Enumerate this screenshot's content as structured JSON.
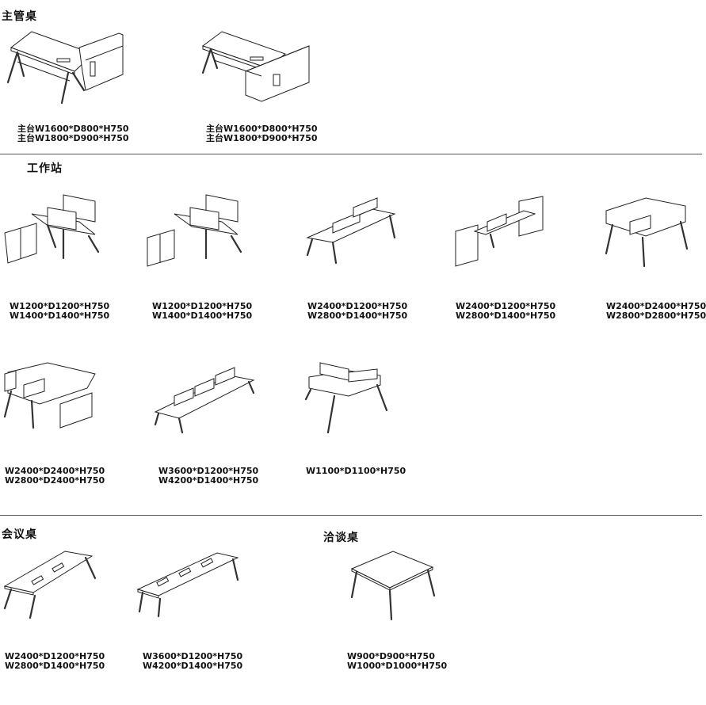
{
  "sections": {
    "executive": {
      "title": "主管桌"
    },
    "workstation": {
      "title": "工作站"
    },
    "conference": {
      "title": "会议桌"
    },
    "negotiation": {
      "title": "洽谈桌"
    }
  },
  "executive_items": [
    {
      "lines": [
        "主台W1600*D800*H750",
        "主台W1800*D900*H750"
      ]
    },
    {
      "lines": [
        "主台W1600*D800*H750",
        "主台W1800*D900*H750"
      ]
    }
  ],
  "workstation_items": [
    {
      "lines": [
        "W1200*D1200*H750",
        "W1400*D1400*H750"
      ]
    },
    {
      "lines": [
        "W1200*D1200*H750",
        "W1400*D1400*H750"
      ]
    },
    {
      "lines": [
        "W2400*D1200*H750",
        "W2800*D1400*H750"
      ]
    },
    {
      "lines": [
        "W2400*D1200*H750",
        "W2800*D1400*H750"
      ]
    },
    {
      "lines": [
        "W2400*D2400*H750",
        "W2800*D2800*H750"
      ]
    },
    {
      "lines": [
        "W2400*D2400*H750",
        "W2800*D2400*H750"
      ]
    },
    {
      "lines": [
        "W3600*D1200*H750",
        "W4200*D1400*H750"
      ]
    },
    {
      "lines": [
        "W1100*D1100*H750"
      ]
    }
  ],
  "conference_items": [
    {
      "lines": [
        "W2400*D1200*H750",
        "W2800*D1400*H750"
      ]
    },
    {
      "lines": [
        "W3600*D1200*H750",
        "W4200*D1400*H750"
      ]
    }
  ],
  "negotiation_items": [
    {
      "lines": [
        "W900*D900*H750",
        "W1000*D1000*H750"
      ]
    }
  ]
}
